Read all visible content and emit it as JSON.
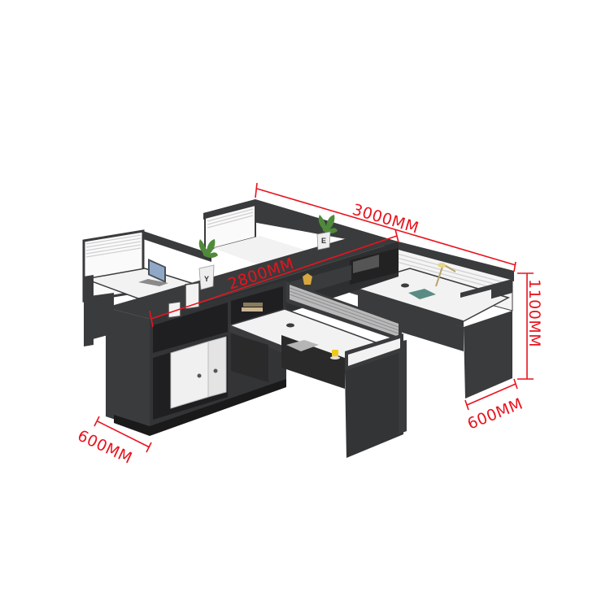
{
  "dimensions": {
    "total_length": "3000MM",
    "cabinet_length": "2800MM",
    "height": "1100MM",
    "depth_right": "600MM",
    "depth_left": "600MM"
  },
  "decor_letters": {
    "left_plant_pot": "Y",
    "right_plant_pot": "E"
  },
  "colors": {
    "dimension_red": "#e8141e",
    "frame_dark": "#3a3b3d",
    "desktop_white": "#f2f2f2",
    "screen_grey": "#e4e4e4"
  }
}
